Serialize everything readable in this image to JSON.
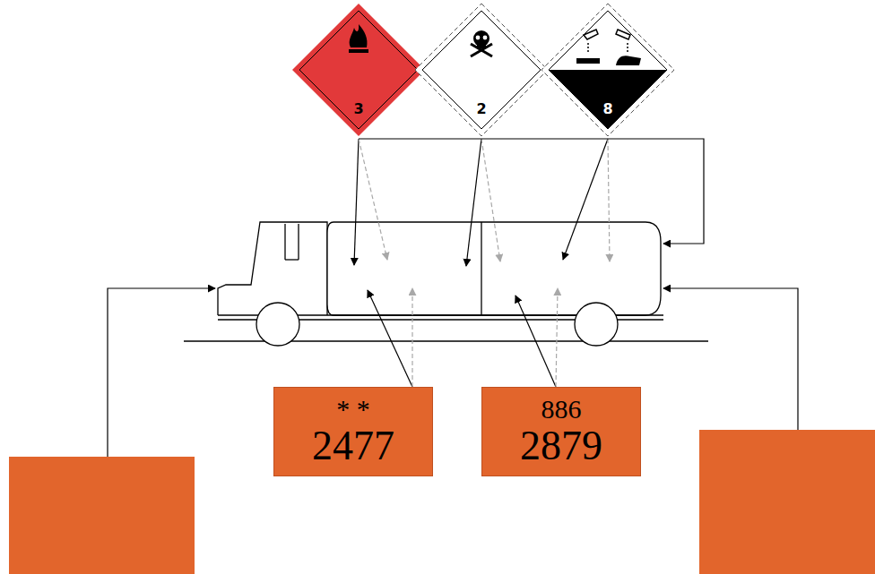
{
  "diagram": {
    "nodes": [
      {
        "text": [
          "3"
        ]
      },
      {
        "text": [
          "2"
        ]
      },
      {
        "text": [
          "8"
        ]
      },
      {
        "text": [
          "* *",
          "2477"
        ]
      },
      {
        "text": [
          "886",
          "2879"
        ]
      }
    ]
  }
}
